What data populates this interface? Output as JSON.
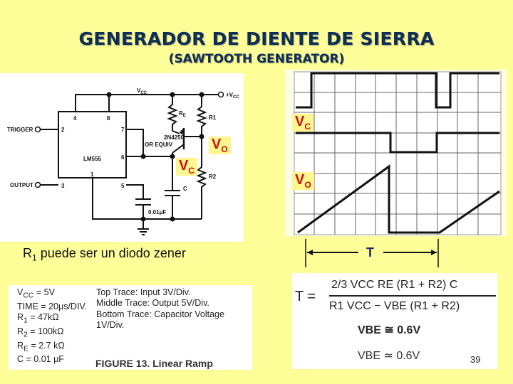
{
  "slide": {
    "title": "GENERADOR DE DIENTE DE SIERRA",
    "subtitle": "(SAWTOOTH GENERATOR)",
    "page_number": "39",
    "colors": {
      "background": "#FFFF99",
      "title": "#0F2E55",
      "label_red": "#CC1111",
      "label_bg": "#FFF68F",
      "dimension_blue": "#1A2A6A"
    }
  },
  "schematic": {
    "ic": "LM555",
    "transistor": "2N4250",
    "transistor_note": "OR EQUIV",
    "vcc_label": "VCC",
    "vcc_terminal": "+VCC",
    "trigger_label": "TRIGGER",
    "output_label": "OUTPUT",
    "pins": [
      "4",
      "8",
      "2",
      "7",
      "6",
      "3",
      "5",
      "1"
    ],
    "re_label": "RE",
    "r1_label": "R1",
    "r2_label": "R2",
    "c_label": "C",
    "cap_value": "0.01μF",
    "vo_label": {
      "main": "V",
      "sub": "O"
    },
    "vc_label": {
      "main": "V",
      "sub": "C"
    }
  },
  "scope": {
    "vc_label": {
      "main": "V",
      "sub": "C"
    },
    "vo_label": {
      "main": "V",
      "sub": "O"
    },
    "period_label": "T"
  },
  "note": {
    "main": "R",
    "sub": "1",
    "rest": " puede ser un diodo zener"
  },
  "parameters": {
    "left": [
      {
        "sym": "V",
        "sub": "CC",
        "val": " = 5V"
      },
      {
        "sym": "TIME = 20μs/DIV.",
        "sub": "",
        "val": ""
      },
      {
        "sym": "R",
        "sub": "1",
        "val": " = 47kΩ"
      },
      {
        "sym": "R",
        "sub": "2",
        "val": " = 100kΩ"
      },
      {
        "sym": "R",
        "sub": "E",
        "val": " = 2.7 kΩ"
      },
      {
        "sym": "C = 0.01 μF",
        "sub": "",
        "val": ""
      }
    ],
    "right": [
      "Top Trace: Input 3V/Div.",
      "Middle Trace: Output 5V/Div.",
      "Bottom Trace: Capacitor Voltage 1V/Div."
    ],
    "figure_caption": "FIGURE 13. Linear Ramp"
  },
  "formula": {
    "lhs": "T =",
    "numerator": "2/3 VCC RE (R1 + R2) C",
    "denominator": "R1 VCC − VBE (R1 + R2)",
    "vbe_1": "VBE ≅ 0.6V",
    "vbe_2": "VBE ≃ 0.6V"
  }
}
